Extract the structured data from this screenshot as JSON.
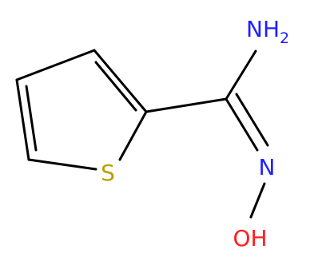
{
  "molecule": {
    "atoms": {
      "sulfur": {
        "symbol": "S",
        "color": "#b8a000"
      },
      "amine_nitrogen": {
        "symbol": "NH",
        "subscript": "2",
        "color": "#1f1fff"
      },
      "imine_nitrogen": {
        "symbol": "N",
        "color": "#1f1fff"
      },
      "hydroxyl": {
        "symbol": "OH",
        "color": "#ff1f1f"
      }
    },
    "bond_color": "#000000"
  }
}
